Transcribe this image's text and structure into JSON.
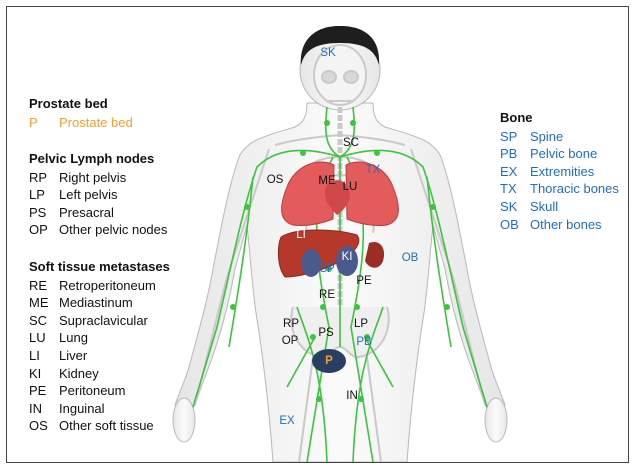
{
  "legend": {
    "prostate_bed": {
      "heading": "Prostate bed",
      "items": [
        {
          "code": "P",
          "label": "Prostate bed"
        }
      ]
    },
    "pelvic": {
      "heading": "Pelvic Lymph nodes",
      "items": [
        {
          "code": "RP",
          "label": "Right pelvis"
        },
        {
          "code": "LP",
          "label": "Left pelvis"
        },
        {
          "code": "PS",
          "label": "Presacral"
        },
        {
          "code": "OP",
          "label": "Other pelvic nodes"
        }
      ]
    },
    "soft_tissue": {
      "heading": "Soft tissue metastases",
      "items": [
        {
          "code": "RE",
          "label": "Retroperitoneum"
        },
        {
          "code": "ME",
          "label": "Mediastinum"
        },
        {
          "code": "SC",
          "label": "Supraclavicular"
        },
        {
          "code": "LU",
          "label": "Lung"
        },
        {
          "code": "LI",
          "label": "Liver"
        },
        {
          "code": "KI",
          "label": "Kidney"
        },
        {
          "code": "PE",
          "label": "Peritoneum"
        },
        {
          "code": "IN",
          "label": "Inguinal"
        },
        {
          "code": "OS",
          "label": "Other soft tissue"
        }
      ]
    },
    "bone": {
      "heading": "Bone",
      "items": [
        {
          "code": "SP",
          "label": "Spine"
        },
        {
          "code": "PB",
          "label": "Pelvic bone"
        },
        {
          "code": "EX",
          "label": "Extremities"
        },
        {
          "code": "TX",
          "label": "Thoracic bones"
        },
        {
          "code": "SK",
          "label": "Skull"
        },
        {
          "code": "OB",
          "label": "Other bones"
        }
      ]
    }
  },
  "body_labels": {
    "sk": "SK",
    "sc": "SC",
    "tx": "TX",
    "os": "OS",
    "me": "ME",
    "lu": "LU",
    "li": "LI",
    "ki": "KI",
    "sp": "SP",
    "ob": "OB",
    "pe": "PE",
    "re": "RE",
    "rp": "RP",
    "lp": "LP",
    "op": "OP",
    "ps": "PS",
    "pb": "PB",
    "p": "P",
    "in": "IN",
    "ex": "EX"
  },
  "colors": {
    "orange": "#f0a030",
    "blue": "#1f6fc0",
    "lymph_green": "#3cc43c",
    "lung": "#e45b5b",
    "liver": "#b5382b",
    "kidney": "#4a5a8c",
    "prostate": "#283e62"
  },
  "icons": [
    "human-body-silhouette",
    "skeleton",
    "lungs",
    "liver",
    "kidneys",
    "lymph-network"
  ]
}
